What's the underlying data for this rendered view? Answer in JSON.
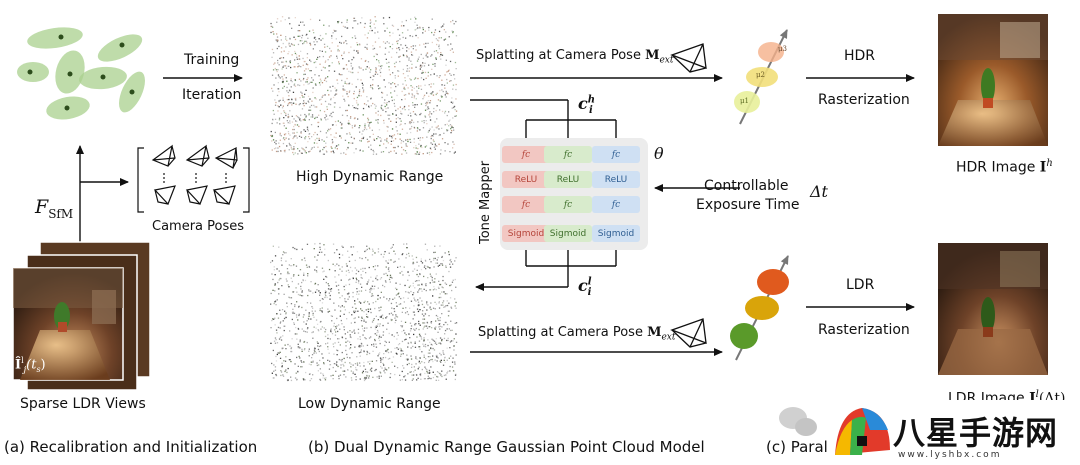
{
  "section_a": {
    "caption": "(a) Recalibration and Initialization",
    "training": "Training",
    "iteration": "Iteration",
    "f_sfm_main": "F",
    "f_sfm_sub": "SfM",
    "camera_poses": "Camera Poses",
    "sparse_views": "Sparse LDR Views",
    "image_label": "Î",
    "image_label_sub": "j",
    "image_label_sup": "l",
    "image_label_arg": "(t",
    "image_label_arg_sub": "s",
    "image_label_arg_end": ")"
  },
  "section_b": {
    "caption": "(b) Dual Dynamic Range Gaussian Point Cloud Model",
    "hdr_label": "High Dynamic Range",
    "ldr_label": "Low Dynamic Range",
    "tone_mapper": "Tone Mapper",
    "theta": "θ",
    "c_h_main": "c",
    "c_h_sub": "i",
    "c_h_sup": "h",
    "c_l_main": "c",
    "c_l_sub": "i",
    "c_l_sup": "l",
    "controllable": "Controllable",
    "exposure_time": "Exposure Time",
    "delta_t": "Δt",
    "columns": [
      {
        "cells": [
          "fc",
          "ReLU",
          "fc",
          "Sigmoid"
        ],
        "color": "#f2c7c2",
        "text_color": "#b5453a"
      },
      {
        "cells": [
          "fc",
          "ReLU",
          "fc",
          "Sigmoid"
        ],
        "color": "#d8ebcc",
        "text_color": "#3f6f2c"
      },
      {
        "cells": [
          "fc",
          "ReLU",
          "fc",
          "Sigmoid"
        ],
        "color": "#cfe0f3",
        "text_color": "#2f5e92"
      }
    ]
  },
  "section_c": {
    "caption": "(c) Paral",
    "splat_top": "Splatting at Camera Pose ",
    "splat_bottom": "Splatting at Camera Pose ",
    "m_main": "M",
    "m_sub": "ext",
    "hdr": "HDR",
    "ldr": "LDR",
    "rasterization_top": "Rasterization",
    "rasterization_bottom": "Rasterization",
    "hdr_image": "HDR Image ",
    "hdr_image_sym": "I",
    "hdr_image_sup": "h",
    "ldr_image": "LDR Image ",
    "ldr_image_sym": "I",
    "ldr_image_sup": "l",
    "ldr_image_arg": "(Δt)",
    "mu1": "μ1",
    "mu2": "μ2",
    "mu3": "μ3"
  },
  "watermark": {
    "brand": "八星手游网",
    "url": "www.lyshbx.com"
  },
  "colors": {
    "gaussian_green": "#a9d08e",
    "hdr_orange": "#f5b08a",
    "hdr_yellow": "#f2df7a",
    "ldr_orange": "#e05a1e",
    "ldr_yellow": "#d9a40a",
    "ldr_green": "#5a9a2a",
    "panel_bg": "#ececec"
  }
}
